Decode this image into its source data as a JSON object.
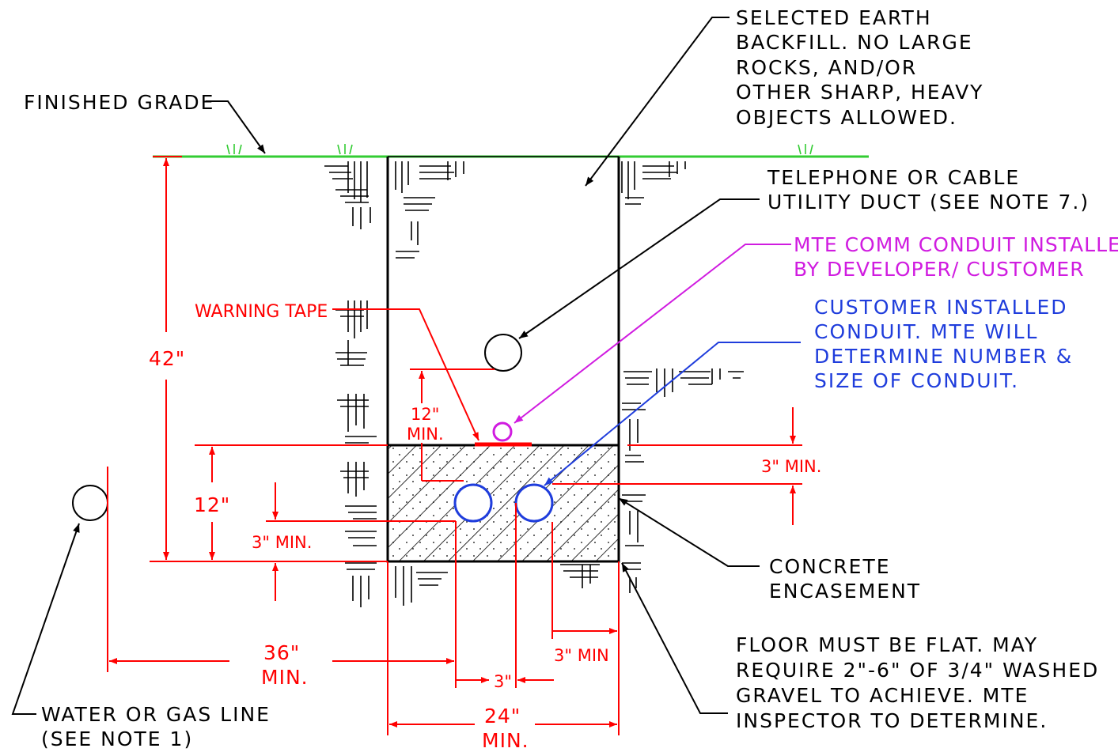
{
  "labels": {
    "finished_grade": "FINISHED GRADE",
    "backfill": [
      "SELECTED EARTH",
      "BACKFILL. NO LARGE",
      "ROCKS, AND/OR",
      "OTHER SHARP, HEAVY",
      "OBJECTS ALLOWED."
    ],
    "telephone": [
      "TELEPHONE OR CABLE",
      "UTILITY DUCT (SEE NOTE 7.)"
    ],
    "mte_comm": [
      "MTE COMM CONDUIT INSTALLED",
      "BY DEVELOPER/ CUSTOMER"
    ],
    "customer_conduit": [
      "CUSTOMER INSTALLED",
      "CONDUIT. MTE WILL",
      "DETERMINE NUMBER &",
      "SIZE OF CONDUIT."
    ],
    "warning_tape": "WARNING TAPE",
    "concrete": [
      "CONCRETE",
      "ENCASEMENT"
    ],
    "floor": [
      "FLOOR MUST BE FLAT. MAY",
      "REQUIRE 2\"-6\" OF 3/4\" WASHED",
      "GRAVEL TO ACHIEVE. MTE",
      "INSPECTOR TO DETERMINE."
    ],
    "water_gas": [
      "WATER OR GAS LINE",
      "(SEE NOTE 1)"
    ]
  },
  "dimensions": {
    "depth_total": "42\"",
    "encasement_height": "12\"",
    "bottom_cover": "3\" MIN.",
    "tape_clearance": [
      "12\"",
      "MIN."
    ],
    "top_cover": "3\" MIN.",
    "side_clearance": "3\" MIN",
    "conduit_spacing": "3\"",
    "trench_width": [
      "24\"",
      "MIN."
    ],
    "separation": [
      "36\"",
      "MIN."
    ]
  },
  "colors": {
    "grade": "#33cc33",
    "dimension": "#ff0000",
    "mte_conduit": "#d01ce0",
    "customer_conduit": "#1f3ddc",
    "outline": "#000000"
  }
}
